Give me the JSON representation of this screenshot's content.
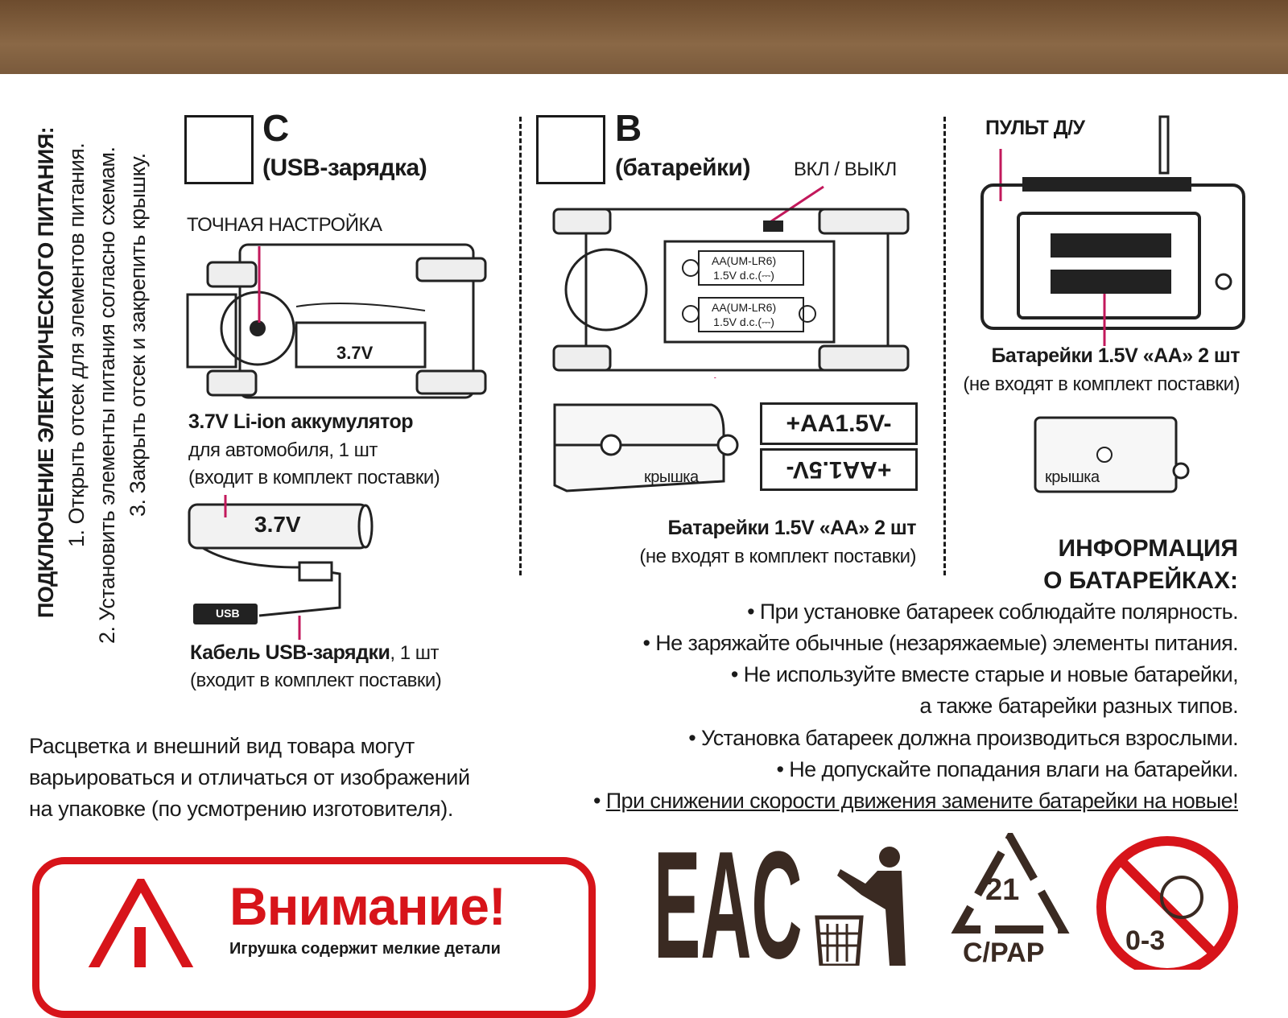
{
  "instructions": {
    "title": "ПОДКЛЮЧЕНИЕ ЭЛЕКТРИЧЕСКОГО ПИТАНИЯ:",
    "steps": [
      "1. Открыть отсек для элементов питания.",
      "2. Установить элементы питания согласно схемам.",
      "3. Закрыть отсек и закрепить крышку."
    ]
  },
  "section_c": {
    "letter": "C",
    "subtitle": "(USB-зарядка)",
    "fine_tune": "ТОЧНАЯ НАСТРОЙКА",
    "battery_label": "3.7V",
    "accumulator_title": "3.7V Li-ion аккумулятор",
    "accumulator_line1": "для автомобиля, 1 шт",
    "accumulator_line2": "(входит в комплект поставки)",
    "usb_label": "USB",
    "cable_title": "Кабель USB-зарядки",
    "cable_count": ", 1 шт",
    "cable_line2": "(входит в комплект поставки)"
  },
  "section_b": {
    "letter": "B",
    "subtitle": "(батарейки)",
    "switch_label": "ВКЛ / ВЫКЛ",
    "cell_type": "AA(UM-LR6)",
    "cell_voltage": "1.5V d.c.(⎓)",
    "cover": "крышка",
    "aa_label": "+AA1.5V-",
    "batteries_title": "Батарейки 1.5V «АА» 2 шт",
    "batteries_note": "(не входят в комплект поставки)"
  },
  "remote": {
    "title": "ПУЛЬТ Д/У",
    "batteries_title": "Батарейки 1.5V «АА» 2 шт",
    "batteries_note": "(не входят в комплект поставки)",
    "cover": "крышка"
  },
  "battery_info": {
    "title1": "ИНФОРМАЦИЯ",
    "title2": "О БАТАРЕЙКАХ:",
    "bullets": [
      "• При установке батареек соблюдайте полярность.",
      "• Не заряжайте обычные (незаряжаемые) элементы питания.",
      "• Не используйте вместе старые и новые батарейки,",
      "а также батарейки разных типов.",
      "• Установка батареек должна производиться взрослыми.",
      "• Не допускайте попадания влаги на батарейки."
    ],
    "last_bullet_mark": "• ",
    "last_bullet": "При снижении скорости движения замените батарейки на новые!"
  },
  "disclaimer": [
    "Расцветка и внешний вид товара могут",
    "варьироваться и отличаться от изображений",
    "на упаковке (по усмотрению изготовителя)."
  ],
  "warning": {
    "title": "Внимание!",
    "text": "Игрушка содержит мелкие детали"
  },
  "marks": {
    "eac": "EAC",
    "recycle_code": "21",
    "recycle_material": "C/PAP",
    "age": "0-3"
  },
  "colors": {
    "warning_red": "#d7141a",
    "pointer_pink": "#c2185b",
    "band_brown": "#7a5a3c"
  }
}
